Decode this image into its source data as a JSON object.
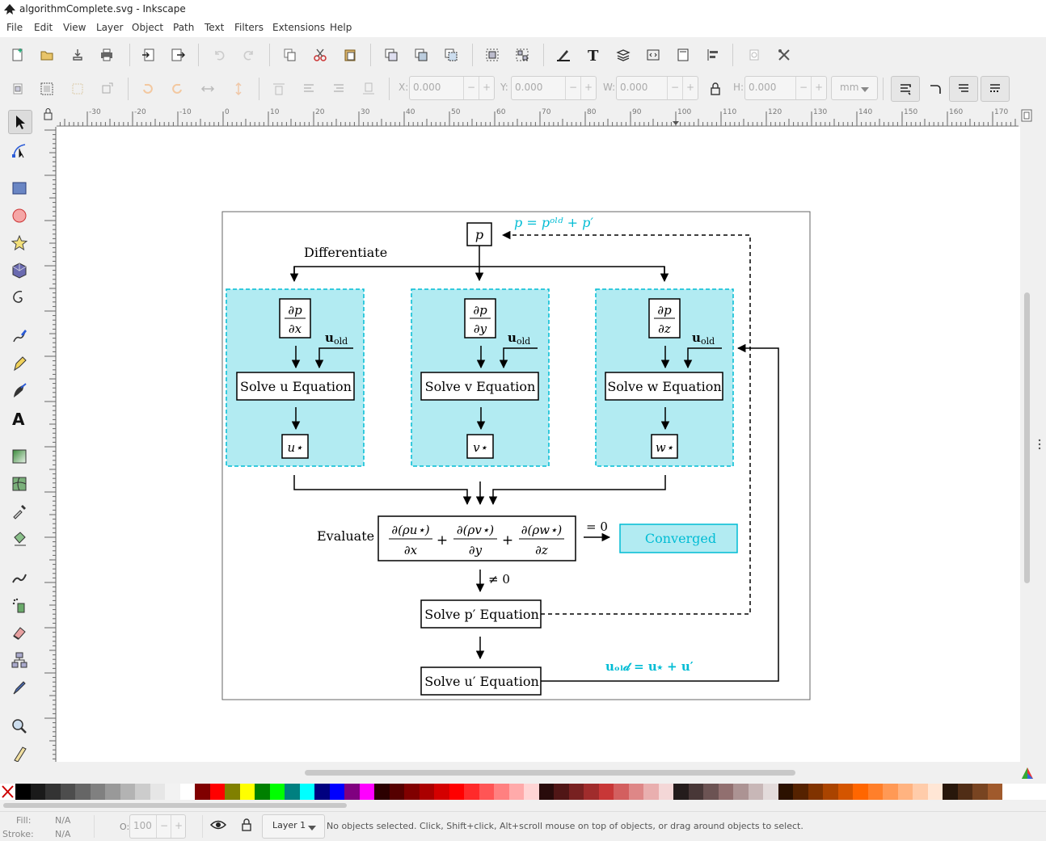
{
  "window": {
    "title": "algorithmComplete.svg - Inkscape"
  },
  "menu": [
    "File",
    "Edit",
    "View",
    "Layer",
    "Object",
    "Path",
    "Text",
    "Filters",
    "Extensions",
    "Help"
  ],
  "toolbar_fields": {
    "x_label": "X:",
    "x_value": "0.000",
    "y_label": "Y:",
    "y_value": "0.000",
    "w_label": "W:",
    "w_value": "0.000",
    "h_label": "H:",
    "h_value": "0.000",
    "unit": "mm"
  },
  "ruler": {
    "labels": [
      "-30",
      "-20",
      "-10",
      "0",
      "10",
      "20",
      "30",
      "40",
      "50",
      "60",
      "70",
      "80",
      "90",
      "100",
      "110",
      "120",
      "130",
      "140",
      "150",
      "160",
      "170"
    ]
  },
  "diagram": {
    "top_p": "p",
    "p_update": "p = pᵒˡᵈ + p′",
    "differentiate": "Differentiate",
    "columns": [
      {
        "num": "∂p",
        "den": "∂x",
        "uold": "u",
        "uold_sub": "old",
        "solve": "Solve u Equation",
        "star": "u⋆"
      },
      {
        "num": "∂p",
        "den": "∂y",
        "uold": "u",
        "uold_sub": "old",
        "solve": "Solve v Equation",
        "star": "v⋆"
      },
      {
        "num": "∂p",
        "den": "∂z",
        "uold": "u",
        "uold_sub": "old",
        "solve": "Solve w Equation",
        "star": "w⋆"
      }
    ],
    "evaluate": "Evaluate",
    "div_terms": [
      {
        "num": "∂(ρu⋆)",
        "den": "∂x"
      },
      {
        "num": "∂(ρv⋆)",
        "den": "∂y"
      },
      {
        "num": "∂(ρw⋆)",
        "den": "∂z"
      }
    ],
    "plus": "+",
    "eq_zero": "= 0",
    "neq_zero": "≠ 0",
    "converged": "Converged",
    "solve_p": "Solve p′ Equation",
    "solve_u": "Solve u′ Equation",
    "u_update": "uₒₗ𝒹 = u⋆ + u′"
  },
  "status": {
    "fill_label": "Fill:",
    "fill_value": "N/A",
    "stroke_label": "Stroke:",
    "stroke_value": "N/A",
    "opacity_label": "O:",
    "opacity_value": "100",
    "layer": "Layer 1",
    "message": "No objects selected. Click, Shift+click, Alt+scroll mouse on top of objects, or drag around objects to select."
  },
  "colors": {
    "accent": "#00bcd4",
    "box_fill": "#b2ebf2"
  },
  "palette": [
    "#000000",
    "#1a1a1a",
    "#333333",
    "#4d4d4d",
    "#666666",
    "#808080",
    "#999999",
    "#b3b3b3",
    "#cccccc",
    "#e6e6e6",
    "#f2f2f2",
    "#ffffff",
    "#800000",
    "#ff0000",
    "#808000",
    "#ffff00",
    "#008000",
    "#00ff00",
    "#008080",
    "#00ffff",
    "#000080",
    "#0000ff",
    "#800080",
    "#ff00ff",
    "#2b0000",
    "#550000",
    "#800000",
    "#aa0000",
    "#d40000",
    "#ff0000",
    "#ff2a2a",
    "#ff5555",
    "#ff8080",
    "#ffaaaa",
    "#ffd5d5",
    "#280b0b",
    "#501616",
    "#782121",
    "#a02c2c",
    "#c83737",
    "#d35f5f",
    "#de8787",
    "#e9afaf",
    "#f4d7d7",
    "#241c1c",
    "#483737",
    "#6c5353",
    "#916f6f",
    "#ac9393",
    "#c8b7b7",
    "#e3dbdb",
    "#2b1100",
    "#552200",
    "#803300",
    "#aa4400",
    "#d45500",
    "#ff6600",
    "#ff7f2a",
    "#ff9955",
    "#ffb380",
    "#ffccaa",
    "#ffe6d5",
    "#28170b",
    "#502d16",
    "#784421",
    "#a05a2c"
  ]
}
